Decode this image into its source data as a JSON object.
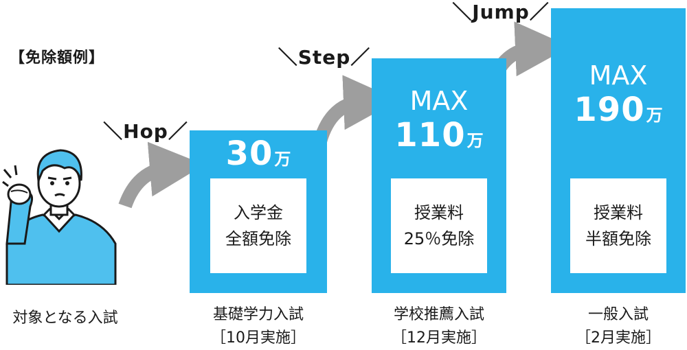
{
  "example_label": "【免除額例】",
  "colors": {
    "accent": "#29b2ea",
    "arrow": "#9e9e9e",
    "text": "#1a1a1a"
  },
  "target": {
    "caption": "対象となる入試"
  },
  "stages": [
    {
      "stage_label": "＼Hop／",
      "amount_prefix": "",
      "amount_number": "30",
      "amount_unit": "万",
      "benefit_line1": "入学金",
      "benefit_line2": "全額免除",
      "exam_name": "基礎学力入試",
      "exam_period": "［10月実施］"
    },
    {
      "stage_label": "＼Step／",
      "amount_prefix": "MAX",
      "amount_number": "110",
      "amount_unit": "万",
      "benefit_line1": "授業料",
      "benefit_line2": "25％免除",
      "exam_name": "学校推薦入試",
      "exam_period": "［12月実施］"
    },
    {
      "stage_label": "＼Jump／",
      "amount_prefix": "MAX",
      "amount_number": "190",
      "amount_unit": "万",
      "benefit_line1": "授業料",
      "benefit_line2": "半額免除",
      "exam_name": "一般入試",
      "exam_period": "［2月実施］"
    }
  ]
}
